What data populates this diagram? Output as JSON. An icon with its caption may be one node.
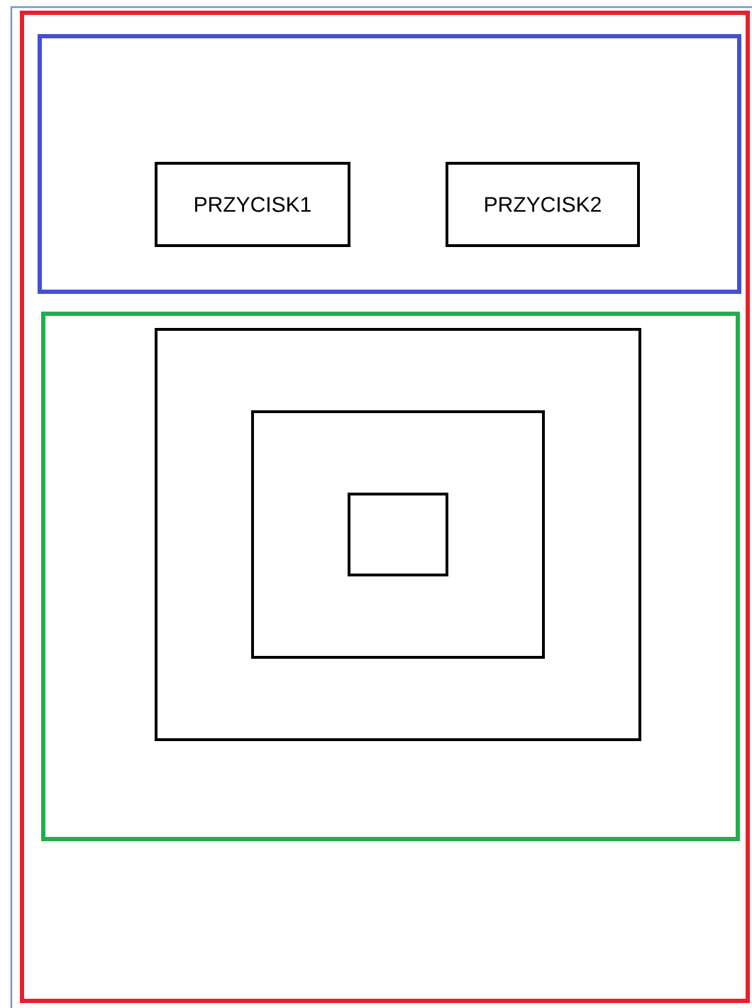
{
  "diagram": {
    "nodes": [
      {
        "text": [],
        "shape": "box"
      },
      {
        "text": [],
        "shape": "box",
        "in": 0
      },
      {
        "text": [],
        "shape": "box",
        "in": 1
      },
      {
        "text": [
          "PRZYCISK1"
        ],
        "in": 2
      },
      {
        "text": [
          "PRZYCISK2"
        ],
        "in": 2
      },
      {
        "text": [],
        "shape": "box",
        "in": 1
      },
      {
        "text": [],
        "shape": "box",
        "in": 5
      },
      {
        "text": [],
        "shape": "box",
        "in": 6
      },
      {
        "text": [],
        "shape": "box",
        "in": 7
      }
    ]
  }
}
